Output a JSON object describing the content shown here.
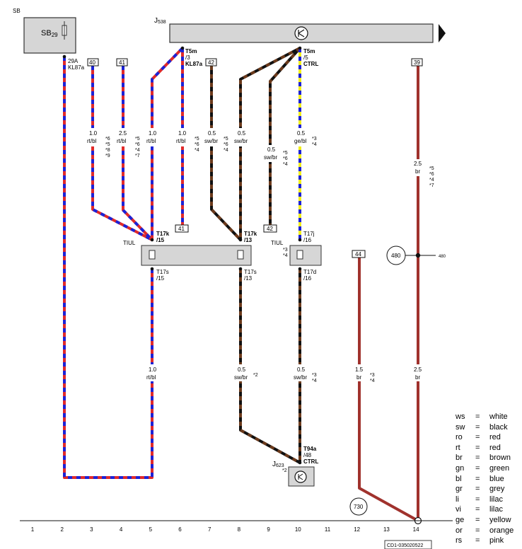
{
  "components": {
    "sb_left": "SB",
    "sb_main": "SB",
    "sb_sub": "29",
    "j538_main": "J",
    "j538_sub": "538",
    "j623_main": "J",
    "j623_sub": "623",
    "tiul_1": "TIUL",
    "tiul_2": "TIUL",
    "ground_480_left": "480",
    "ground_480_right": "480",
    "ground_730": "730"
  },
  "terminals": {
    "t_29a_1": "29A",
    "t_29a_2": "KL87a",
    "t5m3_1": "T5m",
    "t5m3_2": "/3",
    "t5m3_3": "KL87a",
    "t5m5_1": "T5m",
    "t5m5_2": "/5",
    "t5m5_3": "CTRL",
    "t17k15_1": "T17k",
    "t17k15_2": "/15",
    "t17k13_1": "T17k",
    "t17k13_2": "/13",
    "t17j16_1": "T17j",
    "t17j16_2": "/16",
    "t17s15_1": "T17s",
    "t17s15_2": "/15",
    "t17s13_1": "T17s",
    "t17s13_2": "/13",
    "t17d16_1": "T17d",
    "t17d16_2": "/16",
    "t94a_1": "T94a",
    "t94a_2": "/48",
    "t94a_3": "CTRL",
    "star2": "*2"
  },
  "boxes": {
    "b40": "40",
    "b41_top": "41",
    "b42_top": "42",
    "b39": "39",
    "b41_bot": "41",
    "b42_bot": "42",
    "b44": "44"
  },
  "wires": {
    "w3_size": "1.0",
    "w3_color": "rt/bl",
    "w4_size": "2.5",
    "w4_color": "rt/bl",
    "w5_size": "1.0",
    "w5_color": "rt/bl",
    "w6_size": "1.0",
    "w6_color": "rt/bl",
    "w7_size": "0.5",
    "w7_color": "sw/br",
    "w8_size": "0.5",
    "w8_color": "sw/br",
    "w9_size": "0.5",
    "w9_color": "sw/br",
    "w10_size": "0.5",
    "w10_color": "ge/bl",
    "w14_size": "2.5",
    "w14_color": "br",
    "l5_size": "1.0",
    "l5_color": "rt/bl",
    "l8_size": "0.5",
    "l8_color": "sw/br",
    "l10_size": "0.5",
    "l10_color": "sw/br",
    "l12_size": "1.5",
    "l12_color": "br",
    "l14_size": "2.5",
    "l14_color": "br"
  },
  "stars": {
    "s3": [
      "*6",
      "*5",
      "*8",
      "*9"
    ],
    "s4": [
      "*5",
      "*6",
      "*4",
      "*7"
    ],
    "s6": [
      "*5",
      "*6",
      "*4"
    ],
    "s7": [
      "*5",
      "*6",
      "*4"
    ],
    "s9": [
      "*5",
      "*6",
      "*4"
    ],
    "s10": [
      "*3",
      "*4"
    ],
    "s14": [
      "*5",
      "*6",
      "*4",
      "*7"
    ],
    "tiul2": [
      "*3",
      "*4"
    ],
    "l8": [
      "*2"
    ],
    "l10": [
      "*3",
      "*4"
    ],
    "l12": [
      "*3",
      "*4"
    ],
    "j623": [
      "*2"
    ]
  },
  "columns": [
    "1",
    "2",
    "3",
    "4",
    "5",
    "6",
    "7",
    "8",
    "9",
    "10",
    "11",
    "12",
    "13",
    "14"
  ],
  "footer_code": "CD1-035020522",
  "legend": [
    {
      "code": "ws",
      "eq": "=",
      "name": "white"
    },
    {
      "code": "sw",
      "eq": "=",
      "name": "black"
    },
    {
      "code": "ro",
      "eq": "=",
      "name": "red"
    },
    {
      "code": "rt",
      "eq": "=",
      "name": "red"
    },
    {
      "code": "br",
      "eq": "=",
      "name": "brown"
    },
    {
      "code": "gn",
      "eq": "=",
      "name": "green"
    },
    {
      "code": "bl",
      "eq": "=",
      "name": "blue"
    },
    {
      "code": "gr",
      "eq": "=",
      "name": "grey"
    },
    {
      "code": "li",
      "eq": "=",
      "name": "lilac"
    },
    {
      "code": "vi",
      "eq": "=",
      "name": "lilac"
    },
    {
      "code": "ge",
      "eq": "=",
      "name": "yellow"
    },
    {
      "code": "or",
      "eq": "=",
      "name": "orange"
    },
    {
      "code": "rs",
      "eq": "=",
      "name": "pink"
    }
  ],
  "colors": {
    "red": "#e02a2a",
    "blue": "#1c22d6",
    "black": "#111111",
    "brown": "#a0322d",
    "brown_dark": "#6b3a1c",
    "yellow": "#f2ee1a",
    "component_fill": "#d6d6d6"
  }
}
